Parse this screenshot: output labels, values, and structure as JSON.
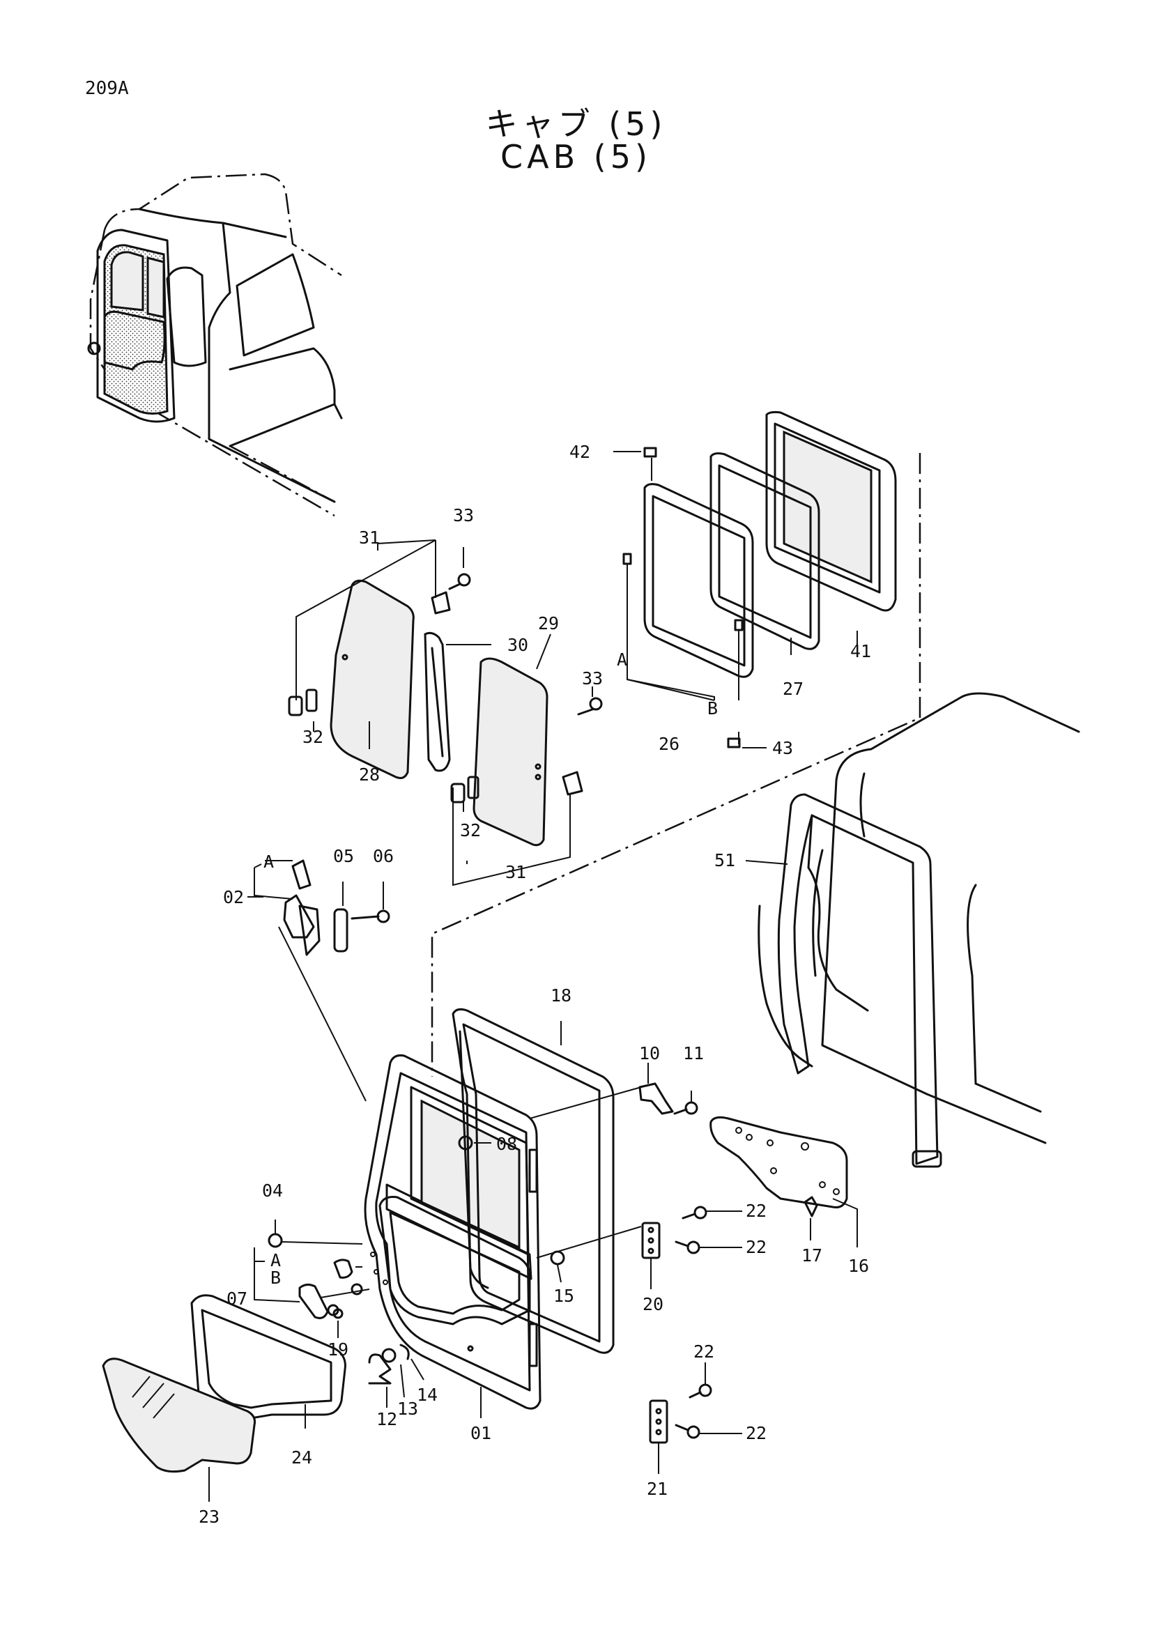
{
  "header": {
    "page_code": "209A",
    "title_jp": "キャブ (5)",
    "title_en": "CAB (5)"
  },
  "callouts": {
    "c42": "42",
    "c41": "41",
    "c27": "27",
    "c26": "26",
    "c43": "43",
    "cA_top": "A",
    "cB_top": "B",
    "c31_top": "31",
    "c33_top": "33",
    "c30": "30",
    "c29": "29",
    "c33_mid": "33",
    "c32_left": "32",
    "c28": "28",
    "c32_mid": "32",
    "c31_bot": "31",
    "c51": "51",
    "cA_latch": "A",
    "c02": "02",
    "c05": "05",
    "c06": "06",
    "c18": "18",
    "c10": "10",
    "c11": "11",
    "c16": "16",
    "c17": "17",
    "c04": "04",
    "c08": "08",
    "c22_a": "22",
    "c22_b": "22",
    "c20": "20",
    "c15": "15",
    "cA_handle": "A",
    "cB_handle": "B",
    "c07": "07",
    "c19": "19",
    "c12": "12",
    "c13": "13",
    "c14": "14",
    "c01": "01",
    "c24": "24",
    "c23": "23",
    "c22_c": "22",
    "c22_d": "22",
    "c21": "21"
  }
}
